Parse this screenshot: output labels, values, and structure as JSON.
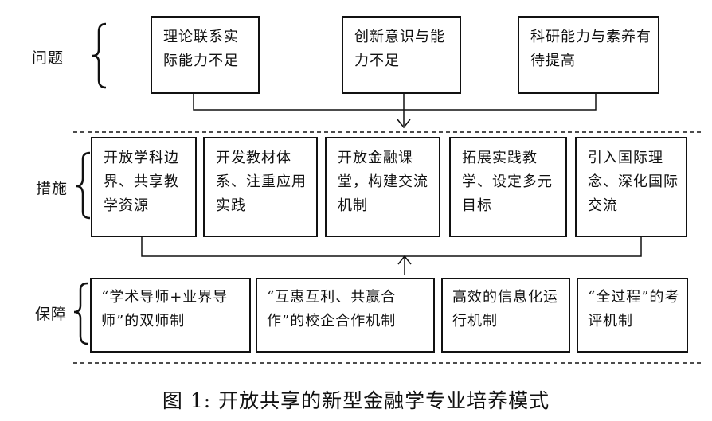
{
  "rows": {
    "problems": {
      "label": "问题",
      "boxes": [
        "理论联系实际能力不足",
        "创新意识与能力不足",
        "科研能力与素养有待提高"
      ]
    },
    "measures": {
      "label": "措施",
      "boxes": [
        "开放学科边界、共享教学资源",
        "开发教材体系、注重应用实践",
        "开放金融课堂，构建交流机制",
        "拓展实践教学、设定多元目标",
        "引入国际理念、深化国际交流"
      ]
    },
    "guarantees": {
      "label": "保障",
      "boxes": [
        "“学术导师+业界导师”的双师制",
        "“互惠互利、共赢合作”的校企合作机制",
        "高效的信息化运行机制",
        "“全过程”的考评机制"
      ]
    }
  },
  "caption": "图 1: 开放共享的新型金融学专业培养模式"
}
